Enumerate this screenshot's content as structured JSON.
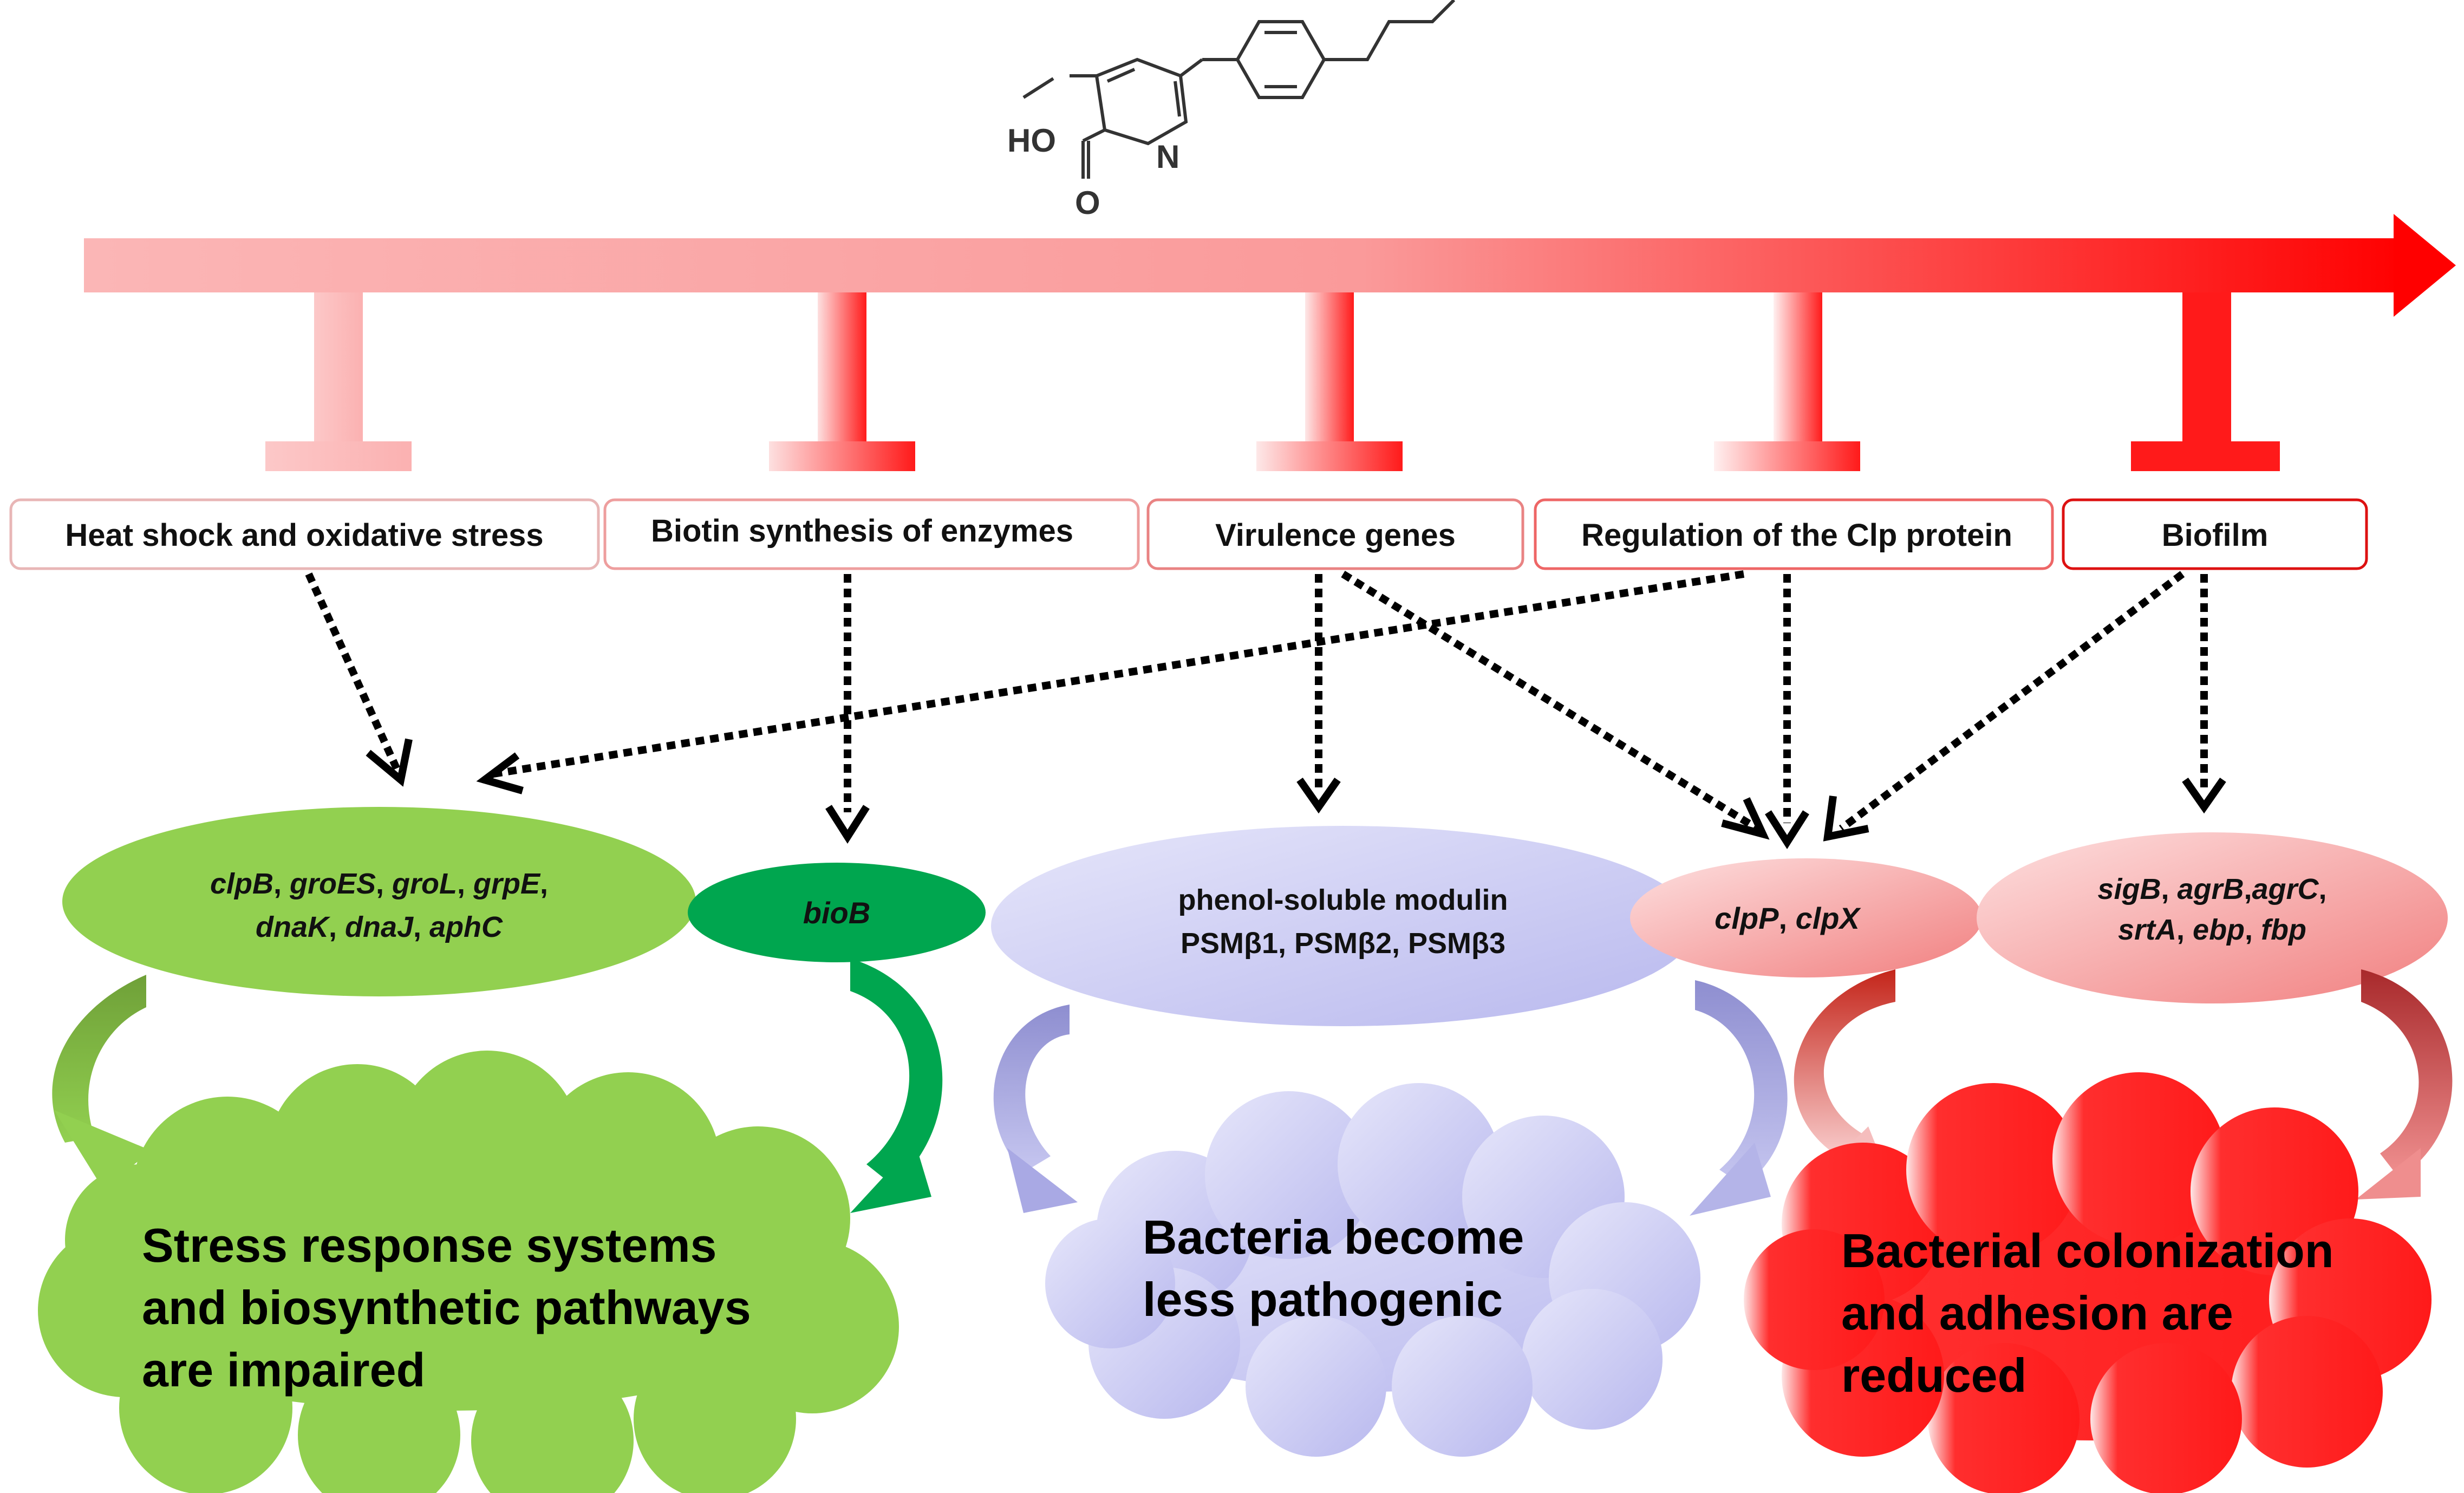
{
  "molecule": {
    "ho": "HO",
    "n": "N",
    "o": "O"
  },
  "categories": [
    "Heat shock and oxidative stress",
    "Biotin synthesis of enzymes",
    "Virulence genes",
    "Regulation of the Clp protein",
    "Biofilm"
  ],
  "genes": {
    "stress": {
      "line1": [
        {
          "t": "clpB",
          "i": true
        },
        {
          "t": ", ",
          "i": false
        },
        {
          "t": "groES",
          "i": true
        },
        {
          "t": ", ",
          "i": false
        },
        {
          "t": "groL",
          "i": true
        },
        {
          "t": ", ",
          "i": false
        },
        {
          "t": "grpE",
          "i": true
        },
        {
          "t": ",",
          "i": false
        }
      ],
      "line2": [
        {
          "t": "dnaK",
          "i": true
        },
        {
          "t": ", ",
          "i": false
        },
        {
          "t": "dnaJ",
          "i": true
        },
        {
          "t": ", ",
          "i": false
        },
        {
          "t": "aphC",
          "i": true
        }
      ]
    },
    "biotin": {
      "line1": [
        {
          "t": "bioB",
          "i": true
        }
      ]
    },
    "virulence": {
      "line1": "phenol-soluble modulin",
      "line2": "PSMβ1, PSMβ2, PSMβ3"
    },
    "clp": {
      "line1": [
        {
          "t": "clpP",
          "i": true
        },
        {
          "t": ", ",
          "i": false
        },
        {
          "t": "clpX",
          "i": true
        }
      ]
    },
    "biofilm": {
      "line1": [
        {
          "t": "sigB",
          "i": true
        },
        {
          "t": ", ",
          "i": false
        },
        {
          "t": "agrB",
          "i": true
        },
        {
          "t": ",",
          "i": false
        },
        {
          "t": "agrC",
          "i": true
        },
        {
          "t": ",",
          "i": false
        }
      ],
      "line2": [
        {
          "t": "srtA",
          "i": true
        },
        {
          "t": ", ",
          "i": false
        },
        {
          "t": "ebp",
          "i": true
        },
        {
          "t": ", ",
          "i": false
        },
        {
          "t": "fbp",
          "i": true
        }
      ]
    }
  },
  "outcomes": {
    "stress": [
      "Stress response systems",
      "and biosynthetic pathways",
      "are impaired"
    ],
    "pathogen": [
      "Bacteria become",
      "less pathogenic"
    ],
    "colonization": [
      "Bacterial colonization",
      "and adhesion are",
      "reduced"
    ]
  },
  "colors": {
    "green": "#92d050",
    "dark_green": "#00a64f",
    "lavender": "#c6c6f0",
    "pink": "#f8a5a5",
    "red": "#ff2222"
  }
}
